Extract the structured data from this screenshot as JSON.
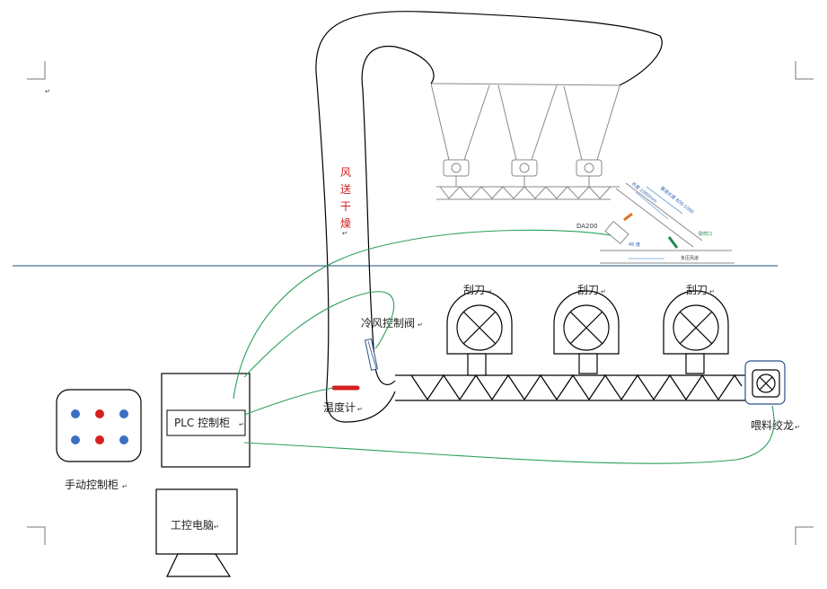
{
  "labels": {
    "air_dry": [
      "风",
      "送",
      "干",
      "燥"
    ],
    "cold_air_valve": "冷风控制阀",
    "scraper": "刮刀",
    "temperature": "温度计",
    "plc_cabinet": "PLC 控制柜",
    "feed_screw": "喂料绞龙",
    "manual_cabinet": "手动控制柜",
    "ipc": "工控电脑",
    "da200": "DA200",
    "mini_angle": "45 度",
    "mini_pressure": "负压风道",
    "mini_sample": "取样口",
    "mini_len1": "长度 1000mm",
    "mini_len2": "管道长度 800-1000"
  },
  "return_mark": "↵",
  "colors": {
    "line": "#000000",
    "wire": "#2aa05a",
    "divider": "#4a6f9a",
    "red_button": "#d62020",
    "blue_button": "#3a6fc4",
    "thermometer": "#d62020",
    "gray": "#8a8a8a",
    "text_red": "#d02020"
  },
  "manual_cabinet_buttons": [
    [
      "blue",
      "red",
      "blue"
    ],
    [
      "blue",
      "red",
      "blue"
    ]
  ]
}
